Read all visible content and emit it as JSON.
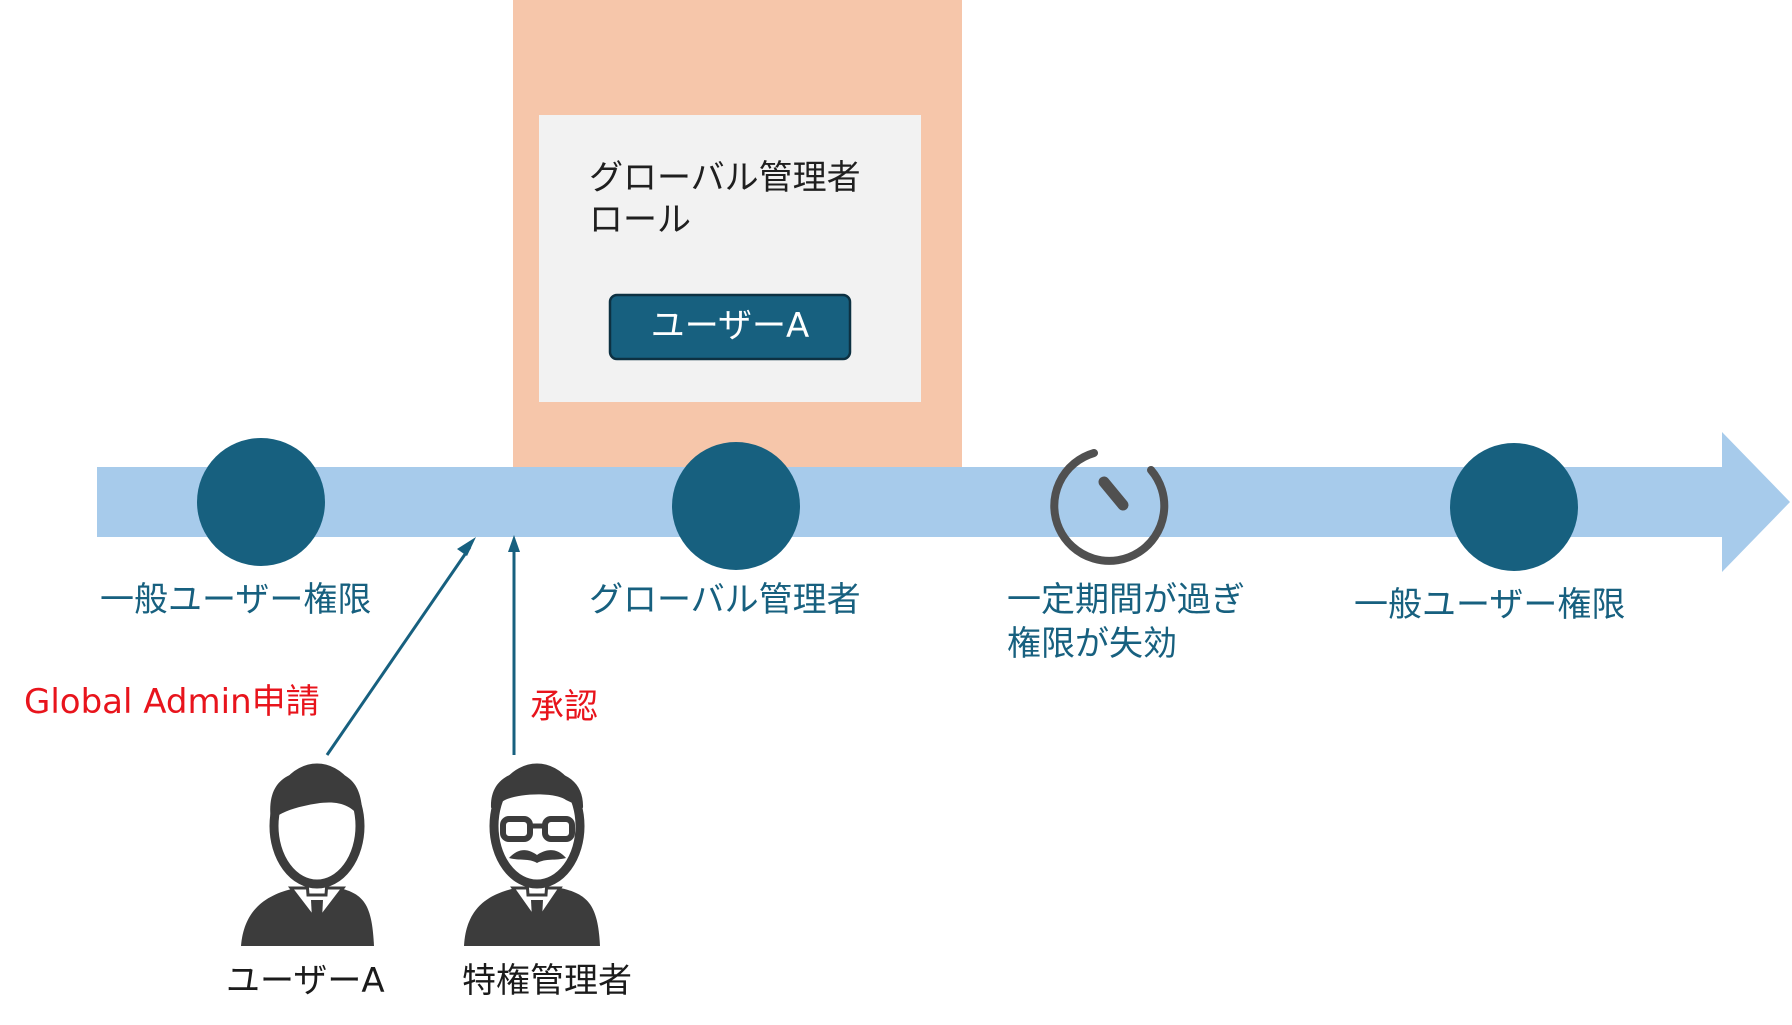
{
  "role_box": {
    "title_line1": "グローバル管理者",
    "title_line2": "ロール",
    "user_chip": "ユーザーA"
  },
  "timeline": {
    "stage1_label": "一般ユーザー権限",
    "stage2_label": "グローバル管理者",
    "stage3_label_line1": "一定期間が過ぎ",
    "stage3_label_line2": "権限が失効",
    "stage4_label": "一般ユーザー権限"
  },
  "actions": {
    "request_label": "Global Admin申請",
    "approve_label": "承認"
  },
  "people": {
    "requester_label": "ユーザーA",
    "approver_label": "特権管理者"
  },
  "colors": {
    "arrow_band": "#a7cbeb",
    "highlight_band": "#f6c6aa",
    "role_panel": "#f2f2f2",
    "node": "#17607f",
    "timer": "#505050",
    "request_text": "#e8141c",
    "person": "#3c3c3c"
  }
}
